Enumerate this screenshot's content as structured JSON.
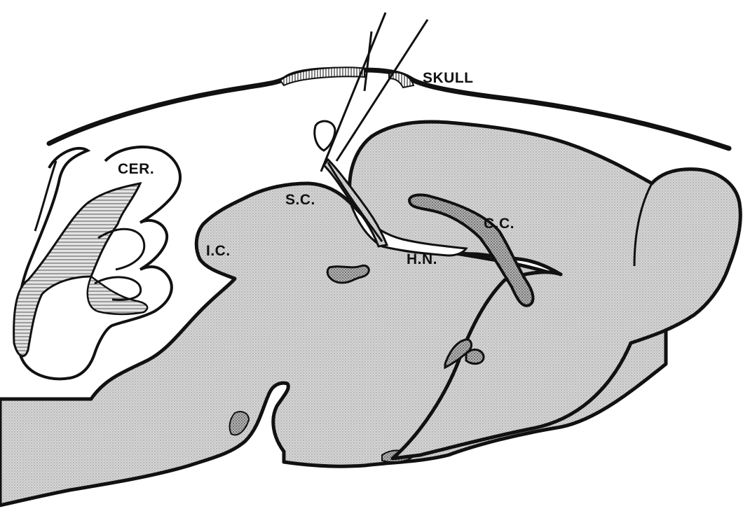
{
  "labels": {
    "skull": "SKULL",
    "cerebellum": "CER.",
    "superior_colliculus": "S.C.",
    "inferior_colliculus": "I.C.",
    "corpus_callosum": "C.C.",
    "hippocampus_nucleus": "H.N."
  },
  "colors": {
    "ink": "#111111",
    "paper": "#ffffff",
    "stipple": "#c9c9c9",
    "dark_stipple": "#9a9a9a"
  }
}
